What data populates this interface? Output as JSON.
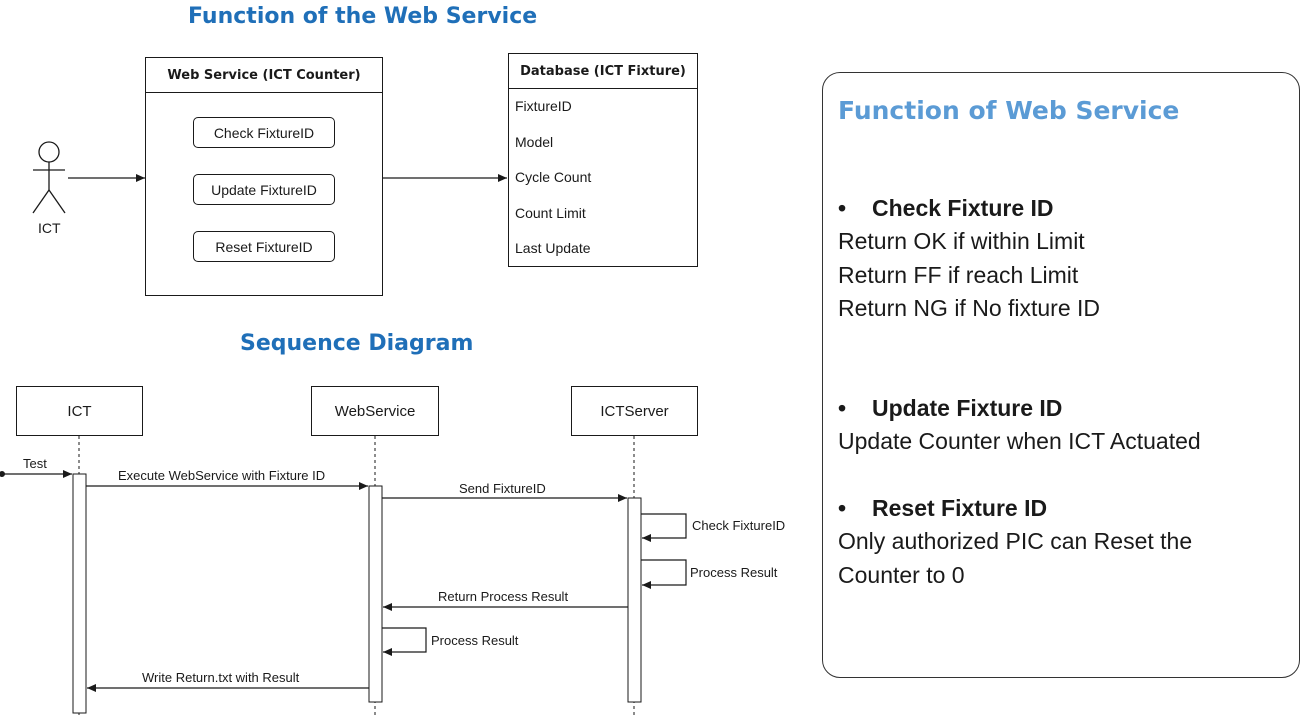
{
  "headings": {
    "function": "Function of the Web Service",
    "sequence": "Sequence Diagram"
  },
  "actor": {
    "label": "ICT"
  },
  "web_service_box": {
    "title": "Web Service (ICT Counter)",
    "buttons": [
      "Check FixtureID",
      "Update FixtureID",
      "Reset FixtureID"
    ]
  },
  "database_box": {
    "title": "Database (ICT Fixture)",
    "fields": [
      "FixtureID",
      "Model",
      "Cycle Count",
      "Count Limit",
      "Last Update"
    ]
  },
  "sequence": {
    "lifelines": [
      "ICT",
      "WebService",
      "ICTServer"
    ],
    "messages": {
      "test": "Test",
      "execute": "Execute WebService with Fixture ID",
      "send": "Send FixtureID",
      "check": "Check FixtureID",
      "process_server": "Process Result",
      "return": "Return Process Result",
      "process_ws": "Process Result",
      "write": "Write Return.txt with Result"
    }
  },
  "panel": {
    "title": "Function of Web Service",
    "sections": [
      {
        "heading": "Check Fixture ID",
        "lines": [
          "Return OK if within Limit",
          "Return FF if reach Limit",
          "Return NG if No fixture ID"
        ]
      },
      {
        "heading": "Update Fixture ID",
        "lines": [
          "Update Counter when ICT Actuated"
        ]
      },
      {
        "heading": "Reset Fixture ID",
        "lines": [
          "Only authorized PIC can Reset the",
          "Counter to 0"
        ]
      }
    ],
    "bullet_char": "•"
  }
}
